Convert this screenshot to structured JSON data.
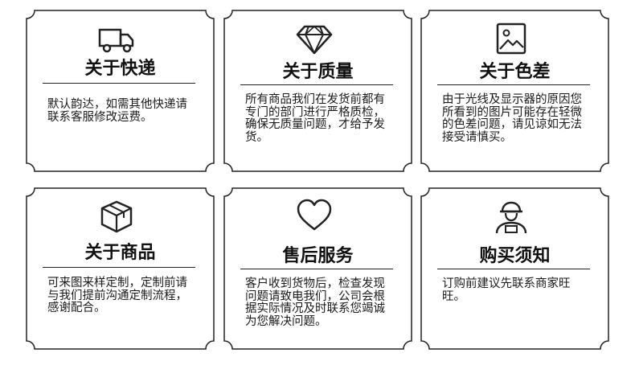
{
  "cards": [
    {
      "icon": "truck-icon",
      "title": "关于快递",
      "body": "默认韵达，如需其他快递请联系客服修改运费。"
    },
    {
      "icon": "diamond-icon",
      "title": "关于质量",
      "body": "所有商品我们在发货前都有专门的部门进行严格质检，确保无质量问题，才给予发货。"
    },
    {
      "icon": "image-icon",
      "title": "关于色差",
      "body": "由于光线及显示器的原因您所看到的图片可能存在轻微的色差问题，请见谅如无法接受请慎买。"
    },
    {
      "icon": "package-box-icon",
      "title": "关于商品",
      "body": "可来图来样定制，定制前请与我们提前沟通定制流程，感谢配合。"
    },
    {
      "icon": "heart-icon",
      "title": "售后服务",
      "body": "客户收到货物后，检查发现问题请致电我们，公司会根据实际情况及时联系您竭诚为您解决问题。"
    },
    {
      "icon": "shopper-icon",
      "title": "购买须知",
      "body": "订购前建议先联系商家旺旺。"
    }
  ],
  "colors": {
    "stroke": "#222222",
    "text": "#111111"
  }
}
